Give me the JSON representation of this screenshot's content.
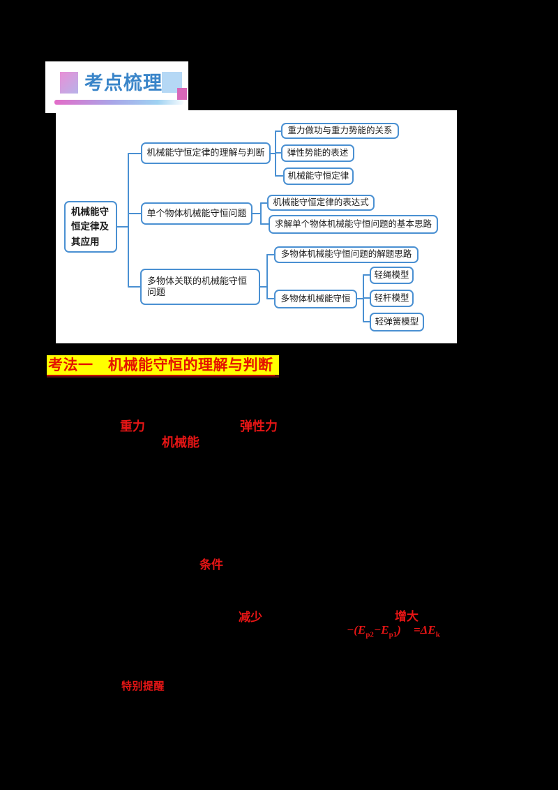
{
  "header": {
    "title": "考点梳理"
  },
  "mindmap": {
    "root": {
      "label": "机械能守恒定律及其应用"
    },
    "branches": [
      {
        "label": "机械能守恒定律的理解与判断",
        "children": [
          {
            "label": "重力做功与重力势能的关系"
          },
          {
            "label": "弹性势能的表述"
          },
          {
            "label": "机械能守恒定律"
          }
        ]
      },
      {
        "label": "单个物体机械能守恒问题",
        "children": [
          {
            "label": "机械能守恒定律的表达式"
          },
          {
            "label": "求解单个物体机械能守恒问题的基本思路"
          }
        ]
      },
      {
        "label": "多物体关联的机械能守恒问题",
        "children": [
          {
            "label": "多物体机械能守恒问题的解题思路"
          },
          {
            "label": "多物体机械能守恒",
            "children": [
              {
                "label": "轻绳模型"
              },
              {
                "label": "轻杆模型"
              },
              {
                "label": "轻弹簧模型"
              }
            ]
          }
        ]
      }
    ],
    "line_color": "#4a90d2"
  },
  "section_heading": {
    "label": "考法一　机械能守恒的理解与判断",
    "bg_color": "#ffff00",
    "text_color": "#e41300"
  },
  "annotations": {
    "kw1": "重力",
    "kw2": "弹性力",
    "kw3": "机械能",
    "kw4": "条件",
    "kw5": "减少",
    "kw6": "增大",
    "note": "特别提醒"
  },
  "formula": {
    "t1": "−(E",
    "s1": "p2",
    "t2": "−E",
    "s2": "p1",
    "t3": ")",
    "t4": "=ΔE",
    "s4": "k"
  },
  "colors": {
    "background": "#000000",
    "card": "#ffffff",
    "map_border_blue": "#4a90d2",
    "title_blue": "#3a85c9",
    "keyword_red": "#e51515"
  }
}
